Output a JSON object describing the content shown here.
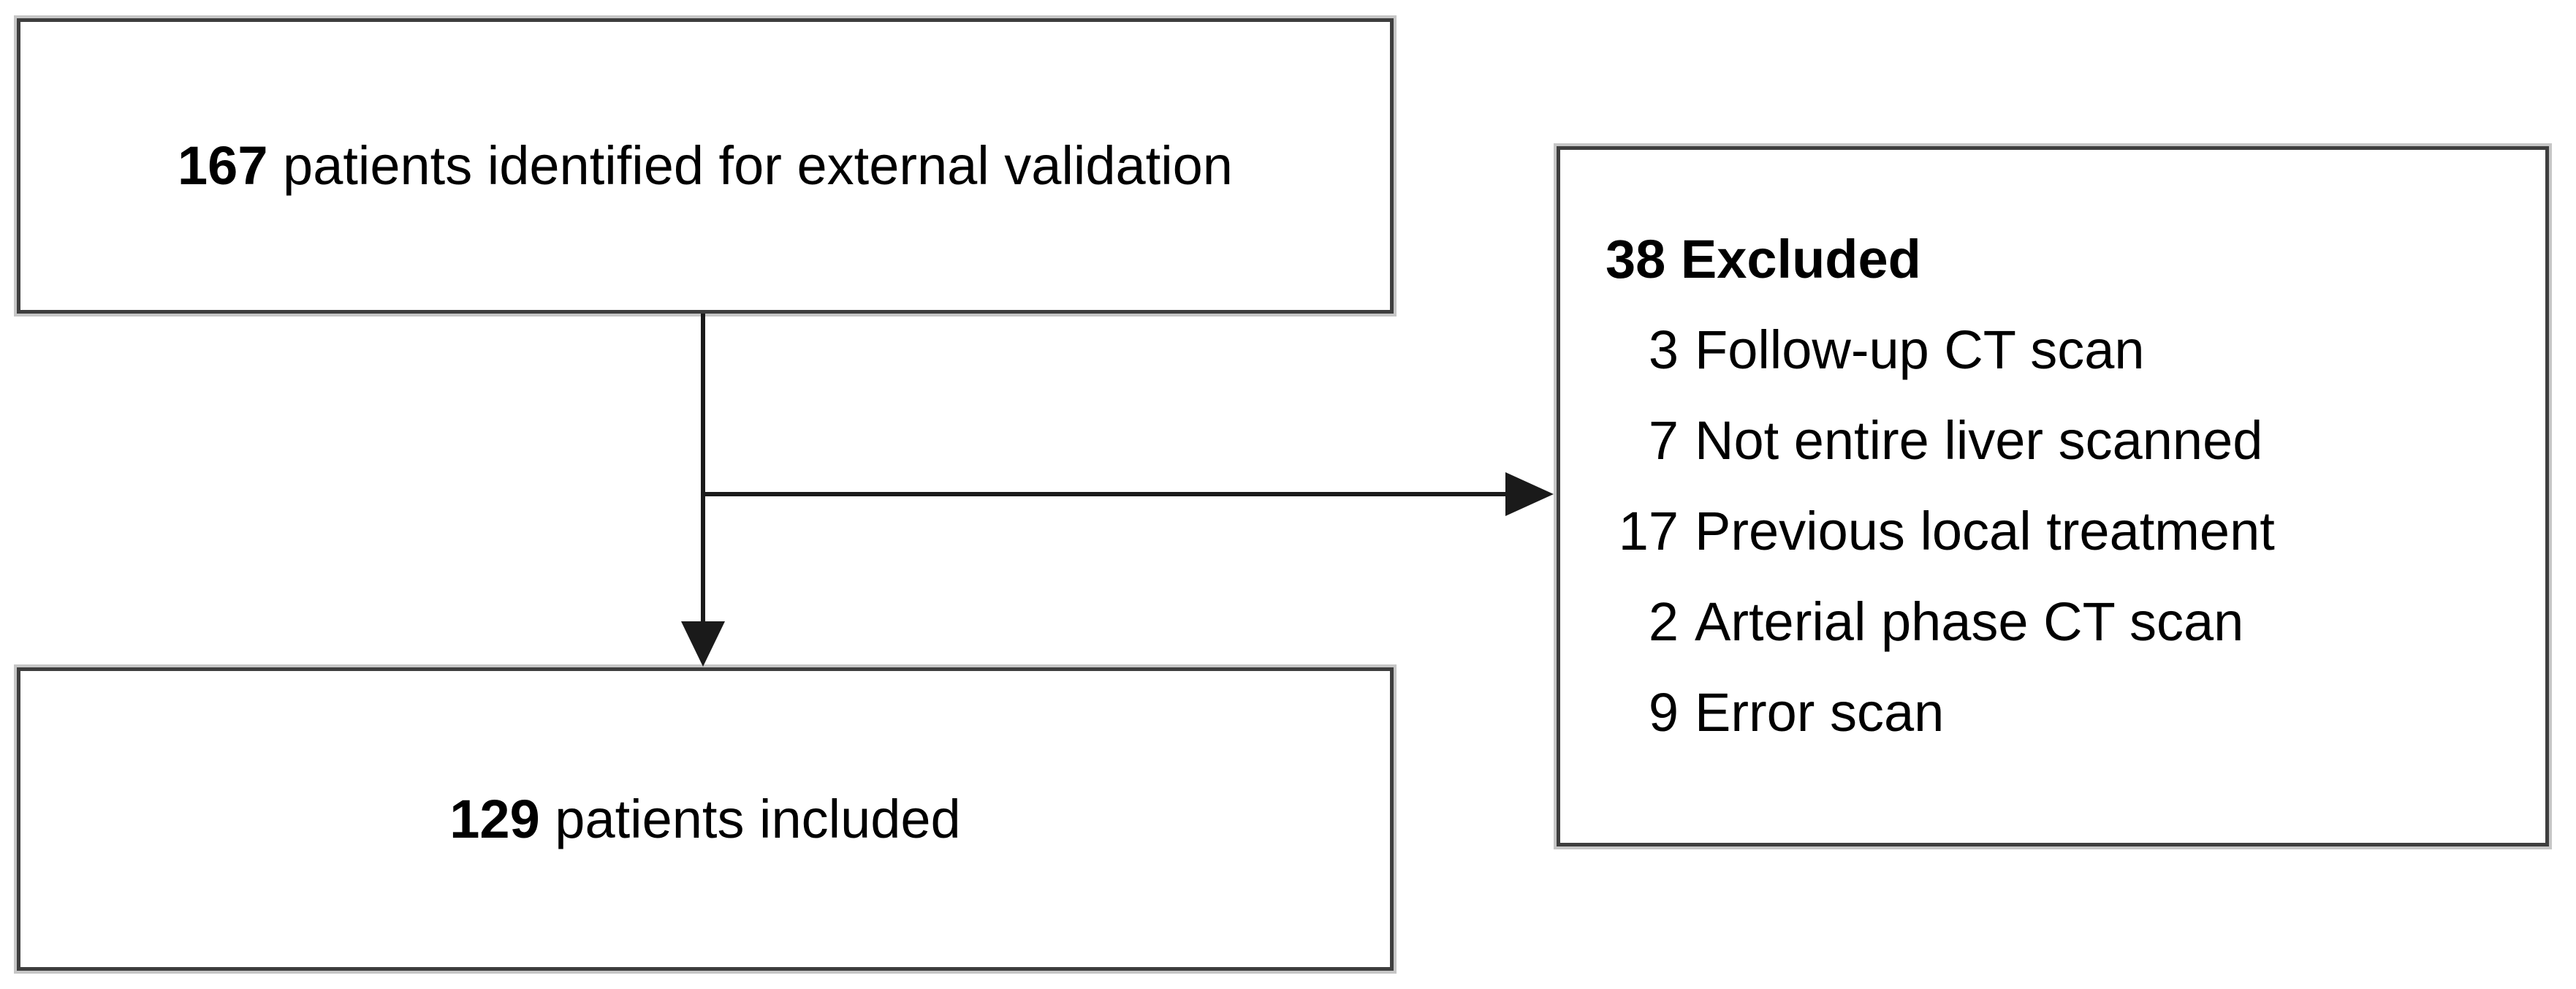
{
  "colors": {
    "background": "#ffffff",
    "box_fill": "#ffffff",
    "box_border": "#3e3e3e",
    "box_border_halo": "#c6c6c6",
    "arrow": "#1a1a1a",
    "text": "#000000"
  },
  "flowchart": {
    "identified_box": {
      "count": "167",
      "label": " patients identified for external validation"
    },
    "excluded_box": {
      "count": "38",
      "title": " Excluded",
      "items": [
        {
          "count": "3",
          "label": "Follow-up CT scan"
        },
        {
          "count": "7",
          "label": "Not entire liver scanned"
        },
        {
          "count": "17",
          "label": "Previous local treatment"
        },
        {
          "count": "2",
          "label": "Arterial phase CT scan"
        },
        {
          "count": "9",
          "label": "Error scan"
        }
      ]
    },
    "included_box": {
      "count": "129",
      "label": " patients included"
    }
  }
}
